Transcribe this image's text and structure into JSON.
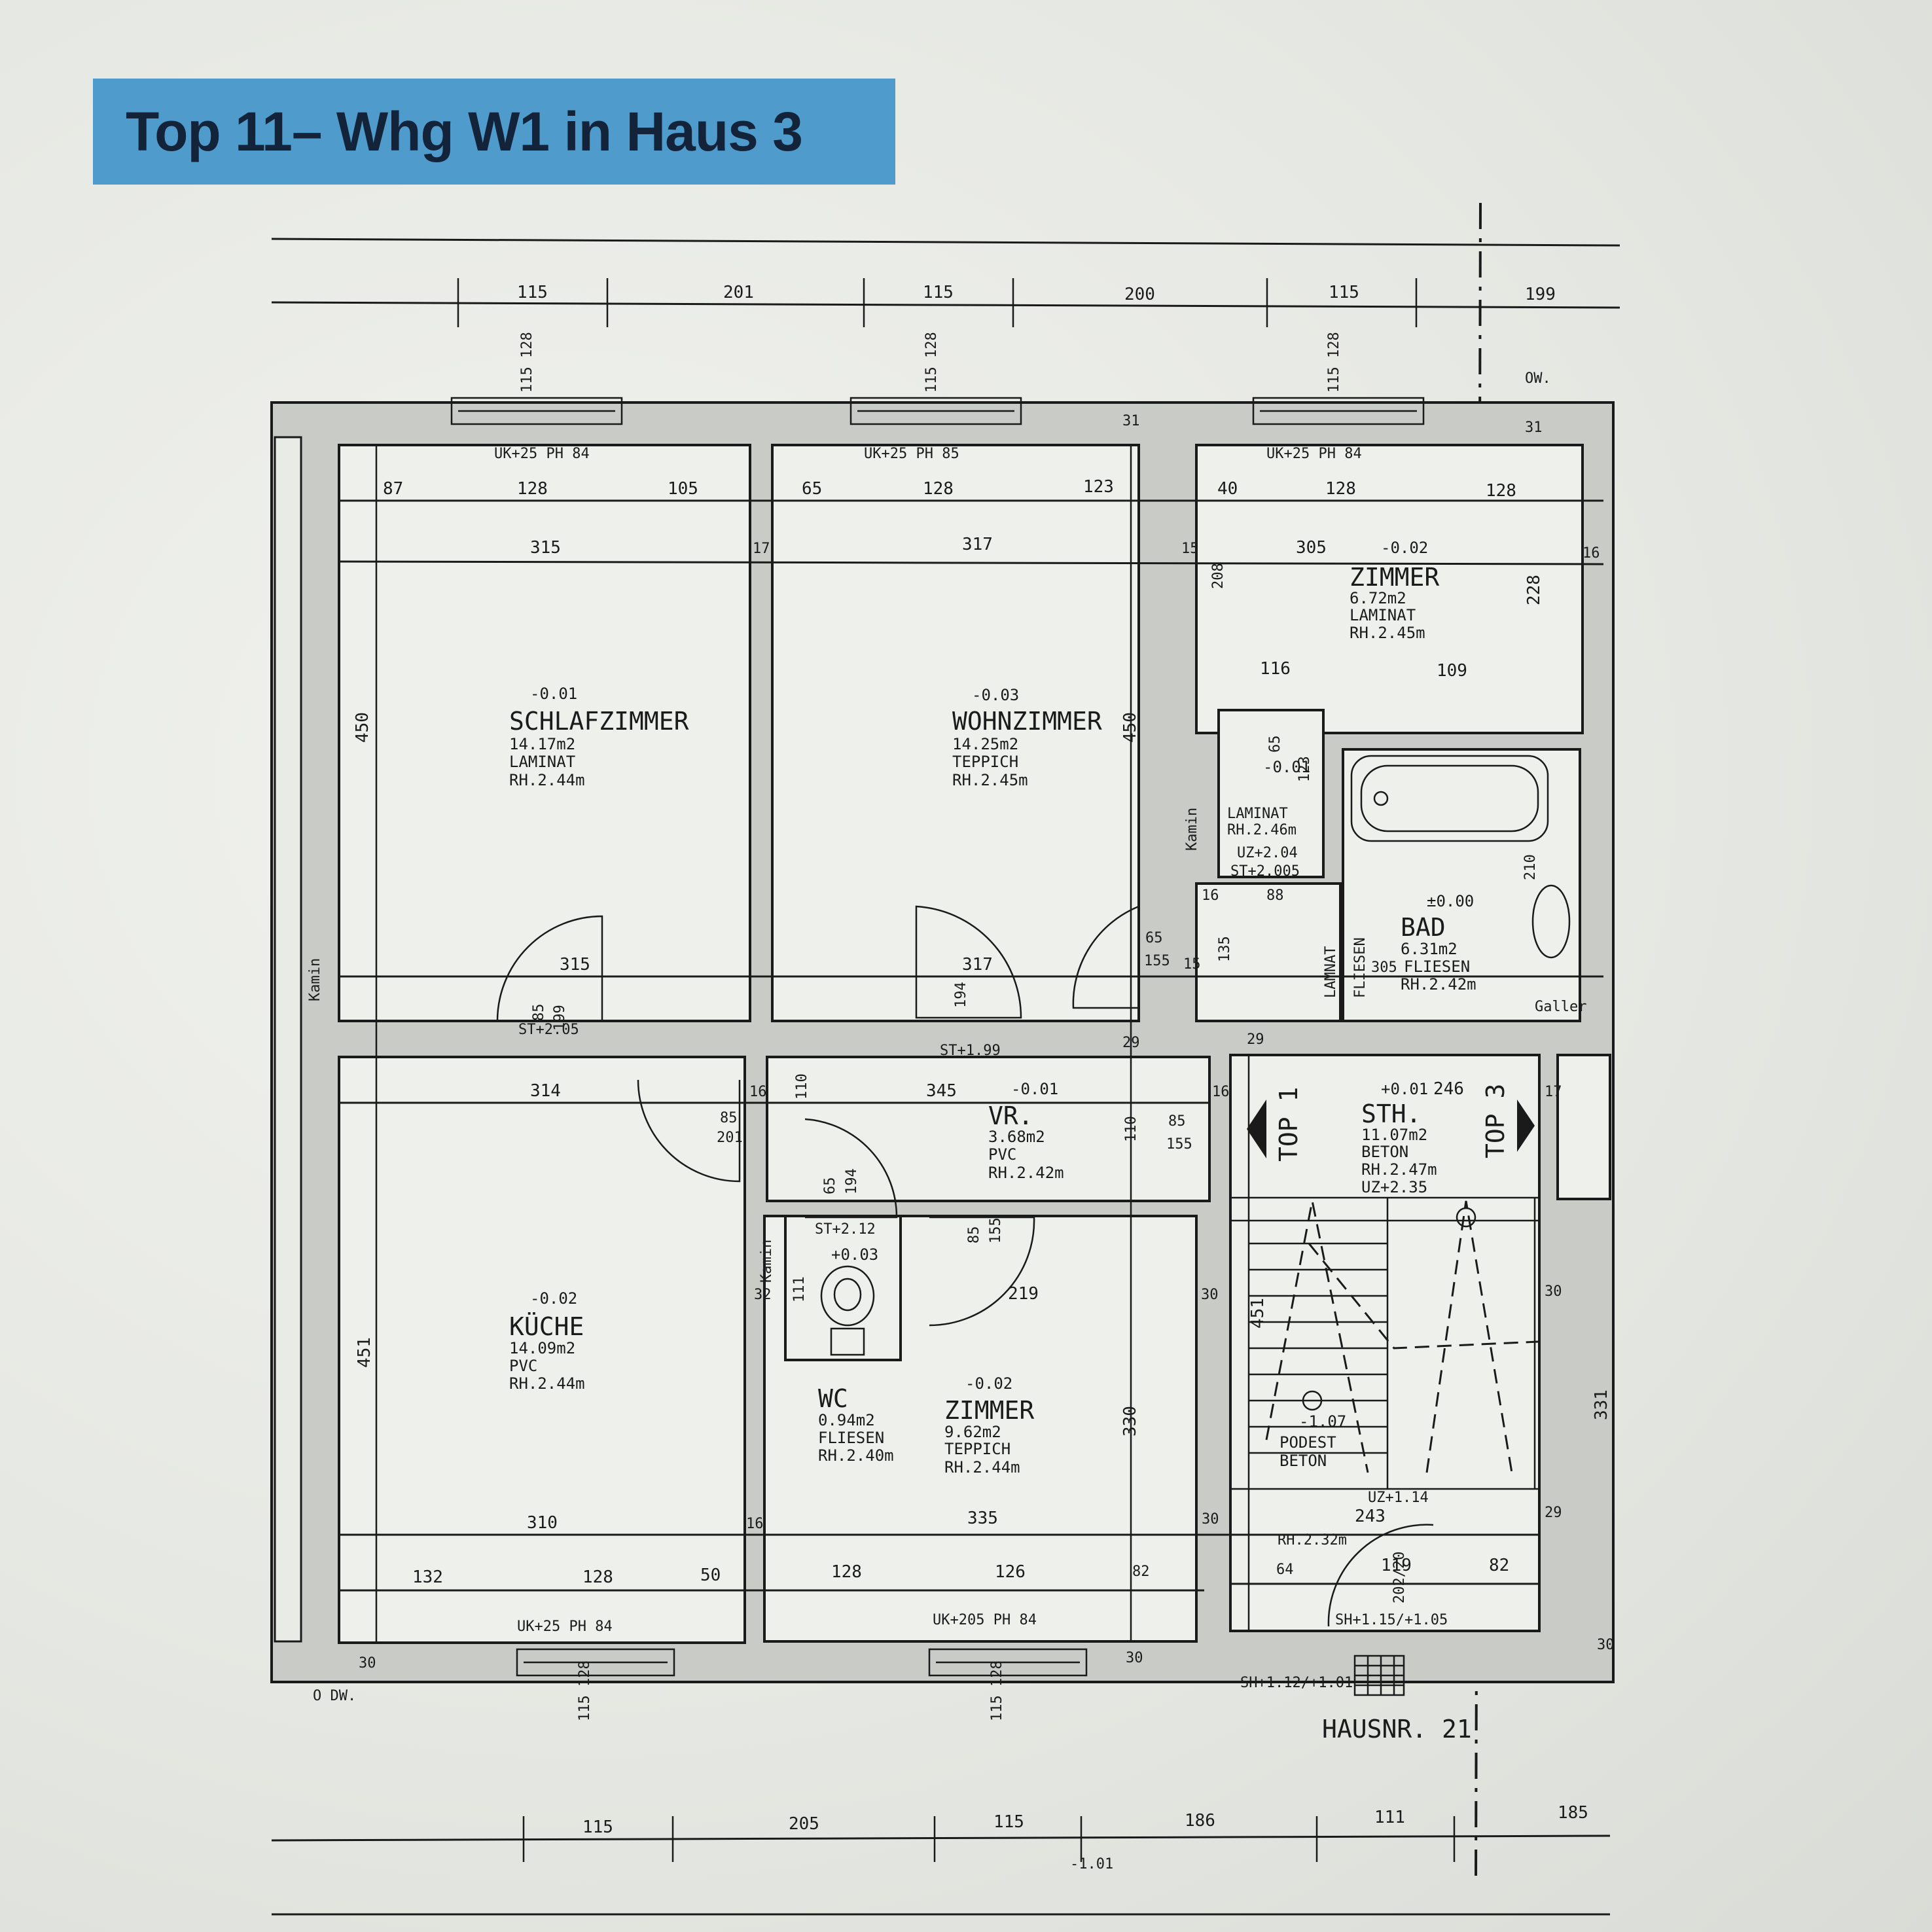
{
  "title": "Top 11– Whg W1 in Haus 3",
  "house_number": "HAUSNR. 21",
  "rooms": {
    "schlafzimmer": {
      "level": "-0.01",
      "name": "SCHLAFZIMMER",
      "area": "14.17m2",
      "floor": "LAMINAT",
      "height": "RH.2.44m"
    },
    "wohnzimmer": {
      "level": "-0.03",
      "name": "WOHNZIMMER",
      "area": "14.25m2",
      "floor": "TEPPICH",
      "height": "RH.2.45m"
    },
    "zimmer_top": {
      "level": "-0.02",
      "name": "ZIMMER",
      "area": "6.72m2",
      "floor": "LAMINAT",
      "height": "RH.2.45m"
    },
    "kueche": {
      "level": "-0.02",
      "name": "KÜCHE",
      "area": "14.09m2",
      "floor": "PVC",
      "height": "RH.2.44m"
    },
    "vr": {
      "level": "-0.01",
      "name": "VR.",
      "area": "3.68m2",
      "floor": "PVC",
      "height": "RH.2.42m"
    },
    "wc": {
      "level": "+0.03",
      "name": "WC",
      "area": "0.94m2",
      "floor": "FLIESEN",
      "height": "RH.2.40m"
    },
    "zimmer_bottom": {
      "level": "-0.02",
      "name": "ZIMMER",
      "area": "9.62m2",
      "floor": "TEPPICH",
      "height": "RH.2.44m"
    },
    "bad": {
      "level": "±0.00",
      "name": "BAD",
      "area": "6.31m2",
      "floor": "FLIESEN",
      "height": "RH.2.42m"
    },
    "abstell": {
      "level": "-0.01",
      "floor": "LAMINAT",
      "height": "RH.2.46m",
      "uz": "UZ+2.04",
      "st": "ST+2.005"
    },
    "sth": {
      "level": "+0.01",
      "name": "STH.",
      "area": "11.07m2",
      "floor": "BETON",
      "height": "RH.2.47m",
      "uz": "UZ+2.35"
    },
    "podest": {
      "level": "-1.07",
      "name": "PODEST",
      "floor": "BETON"
    }
  },
  "labels": {
    "kamin": "Kamin",
    "top1": "TOP 1",
    "top3": "TOP 3",
    "galler": "Galler",
    "lamnat": "LAMNAT",
    "fliesen": "FLIESEN",
    "ow": "OW.",
    "ow_left": "O DW.",
    "uz114": "UZ+1.14",
    "rh232": "RH.2.32m",
    "st199": "ST+1.99",
    "st205": "ST+2.05",
    "st212": "ST+2.12",
    "sh105": "SH+1.15/+1.05",
    "sh112": "SH+1.12/+1.01",
    "bottom_level": "-1.01",
    "stair_202": "202/20",
    "bad_305": "305"
  },
  "windows": {
    "top": [
      {
        "label": "UK+25 PH 84",
        "dim": "115 128"
      },
      {
        "label": "UK+25 PH 85",
        "dim": "115 128"
      },
      {
        "label": "UK+25 PH 84",
        "dim": "115 128"
      }
    ],
    "bottom": [
      {
        "label": "UK+25 PH 84",
        "dim": "115 128"
      },
      {
        "label": "UK+205 PH 84",
        "dim": "115 128"
      }
    ]
  },
  "dimensions": {
    "top_chain": [
      "115",
      "201",
      "115",
      "200",
      "115",
      "199"
    ],
    "bottom_chain": [
      "115",
      "205",
      "115",
      "186",
      "111",
      "185"
    ],
    "row1_left": [
      "87",
      "128",
      "105"
    ],
    "row1_mid": [
      "65",
      "128",
      "123"
    ],
    "row1_right": [
      "40",
      "128",
      "128"
    ],
    "widths_top": [
      "315",
      "17",
      "317",
      "15",
      "305",
      "16"
    ],
    "heights_top": [
      "450",
      "450",
      "228",
      "208"
    ],
    "zimmer_inner": [
      "116",
      "109"
    ],
    "mid_widths": [
      "315",
      "317"
    ],
    "vr_widths": [
      "314",
      "16",
      "345",
      "16",
      "246",
      "17"
    ],
    "door_dims": [
      "85",
      "199",
      "85",
      "201",
      "65",
      "194",
      "85",
      "155",
      "65",
      "155",
      "65",
      "194",
      "85",
      "155"
    ],
    "kueche_h": "451",
    "zimmer_h": "330",
    "stair_h": "451",
    "right_h": "331",
    "row_bottom": [
      "310",
      "16",
      "335",
      "30",
      "243",
      "29"
    ],
    "row2_left": [
      "132",
      "128",
      "50"
    ],
    "row2_mid": [
      "128",
      "126",
      "82"
    ],
    "row2_right": [
      "64",
      "119",
      "82"
    ],
    "misc": [
      "31",
      "31",
      "29",
      "29",
      "30",
      "30",
      "30",
      "32",
      "111",
      "219",
      "123",
      "135",
      "210",
      "16",
      "15",
      "88",
      "110",
      "110",
      "30",
      "30"
    ]
  }
}
